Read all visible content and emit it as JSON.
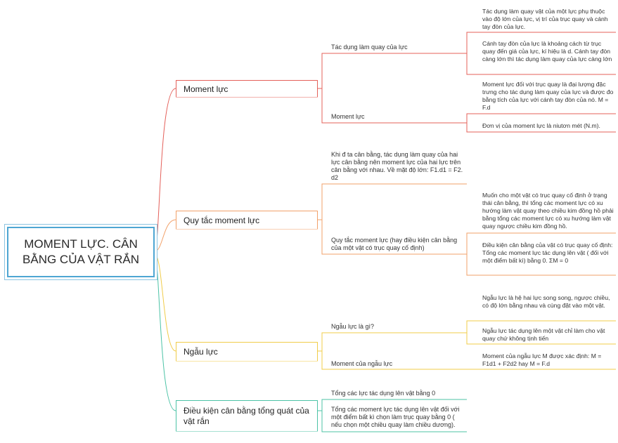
{
  "root": {
    "line1": "MOMENT LỰC. CÂN",
    "line2": "BẰNG CỦA VẬT RẮN"
  },
  "colors": {
    "b1": "#e4605a",
    "b2": "#f2a16a",
    "b3": "#f0cc4a",
    "b4": "#4cc3a6",
    "root": "#4ea6d3"
  },
  "b1": {
    "label": "Moment lực",
    "s1": "Tác dụng làm quay của lực",
    "s1_l1": "Tác dụng làm quay vật của một lực phụ thuộc vào độ lớn của lực, vị trí của trục quay và cánh tay đòn của lực.",
    "s1_l2": "Cánh tay đòn của lực là khoảng cách từ trục quay đến giá của lực, kí hiệu là d. Cánh tay đòn càng lớn thì tác dụng làm quay của lực càng lớn",
    "s2": "Moment lực",
    "s2_l1": "Moment lực đối với trục quay là đại lượng đặc trưng cho tác dụng làm quay của lực và được đo bằng tích của lực với cánh tay đòn của nó. M = F.d",
    "s2_l2": "Đơn vị của moment lực là niutơn mét (N.m)."
  },
  "b2": {
    "label": "Quy tắc moment lực",
    "s1": "Khi đ ta cân bằng, tác dụng làm quay của hai lực cân bằng nên moment lực của hai lực trên cân bằng với nhau. Về mặt độ lớn: F1.d1 = F2. d2",
    "s2": "Quy tắc moment lực (hay điều kiện cân bằng của một vật có trục quay cố định)",
    "s2_l1": "Muốn cho một vật có trục quay cố định ở trạng thái cân bằng, thì tổng các moment lực có xu hướng làm vật quay theo chiều kim đồng hồ phải bằng tổng các moment lực có xu hướng làm vật quay ngược chiều kim đồng hồ.",
    "s2_l2": "Điều kiện cân bằng của vật có trục quay cố định: Tổng các moment lực tác dụng lên vật ( đối với một điểm bất kì) bằng 0. ΣM = 0"
  },
  "b3": {
    "label": "Ngẫu lực",
    "s1": "Ngẫu lực là gì?",
    "s1_l1": "Ngẫu lực là hệ hai lực song song, ngược chiều, có độ lớn bằng nhau và cùng đặt vào một vật.",
    "s1_l2": "Ngẫu lực tác dụng lên một vật chỉ làm cho vật quay chứ không tịnh tiến",
    "s2": "Moment của ngẫu lực",
    "s2_l1": "Moment của ngẫu lực M được xác định: M = F1d1 + F2d2 hay M = F.d"
  },
  "b4": {
    "label": "Điều kiện cân bằng tổng quát của vật rắn",
    "s1": "Tổng các lực tác dụng lên vật bằng 0",
    "s2": "Tổng các moment lực tác dụng lên vật đối với một điểm bất kì chọn làm trục quay bằng 0 ( nếu chọn một chiều quay làm chiều dương)."
  }
}
